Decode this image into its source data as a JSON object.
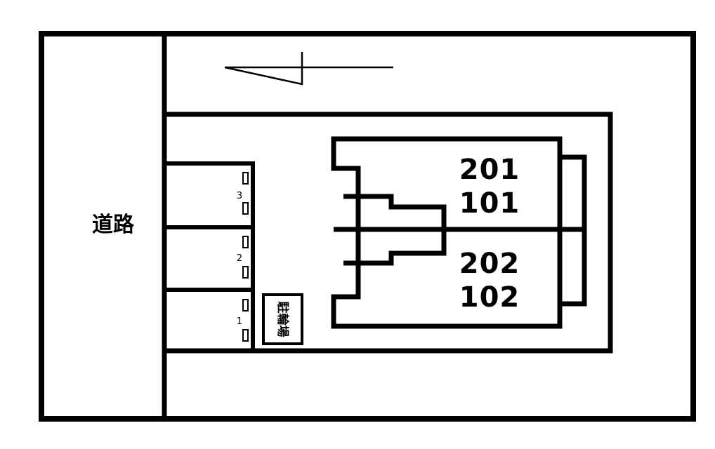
{
  "road": {
    "label": "道路"
  },
  "parking": {
    "slots": [
      {
        "number": "3"
      },
      {
        "number": "2"
      },
      {
        "number": "1"
      }
    ]
  },
  "bicycle_parking": {
    "label": "駐輪場"
  },
  "building": {
    "upper_units": [
      "201",
      "101"
    ],
    "lower_units": [
      "202",
      "102"
    ]
  },
  "north_arrow": {
    "icon": "north-arrow-icon"
  },
  "colors": {
    "line": "#000000",
    "background": "#ffffff"
  }
}
